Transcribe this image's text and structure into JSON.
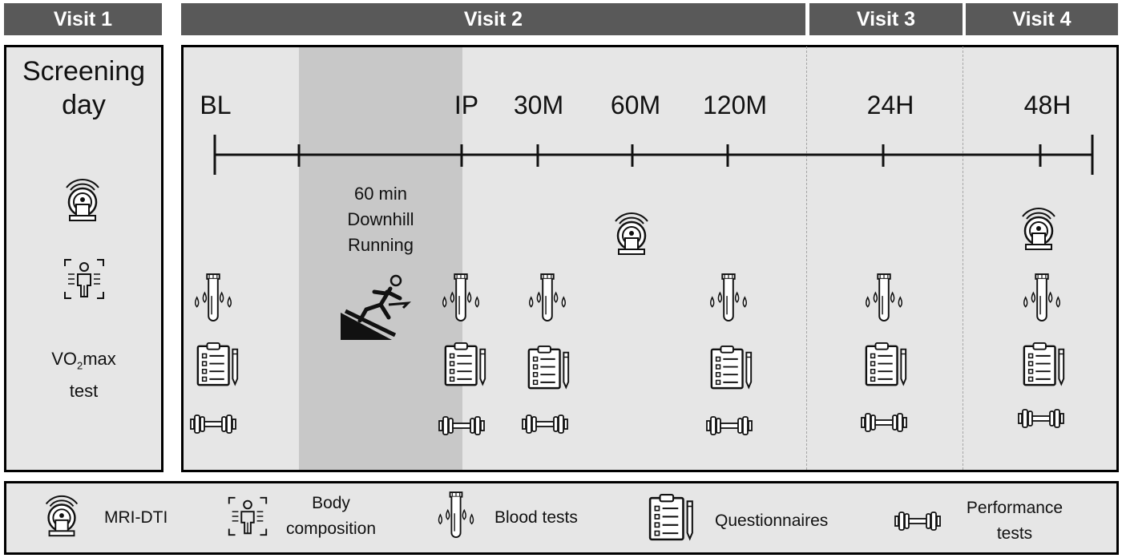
{
  "headers": {
    "visit1": "Visit 1",
    "visit2": "Visit 2",
    "visit3": "Visit 3",
    "visit4": "Visit 4"
  },
  "screening": {
    "title_line1": "Screening",
    "title_line2": "day",
    "vo2_prefix": "VO",
    "vo2_sub": "2",
    "vo2_suffix": "max",
    "vo2_line2": "test"
  },
  "timepoints": [
    "BL",
    "IP",
    "30M",
    "60M",
    "120M",
    "24H",
    "48H"
  ],
  "exercise": {
    "line1": "60 min",
    "line2": "Downhill",
    "line3": "Running"
  },
  "legend": {
    "mri": "MRI-DTI",
    "body_line1": "Body",
    "body_line2": "composition",
    "blood": "Blood tests",
    "quest": "Questionnaires",
    "perf_line1": "Performance",
    "perf_line2": "tests"
  },
  "icons": [
    "mri-scanner-icon",
    "body-composition-icon",
    "blood-test-icon",
    "questionnaire-icon",
    "dumbbell-icon",
    "treadmill-runner-icon"
  ],
  "colors": {
    "header_bg": "#595959",
    "panel_bg": "#e6e6e6",
    "exercise_bg": "#c8c8c8"
  }
}
